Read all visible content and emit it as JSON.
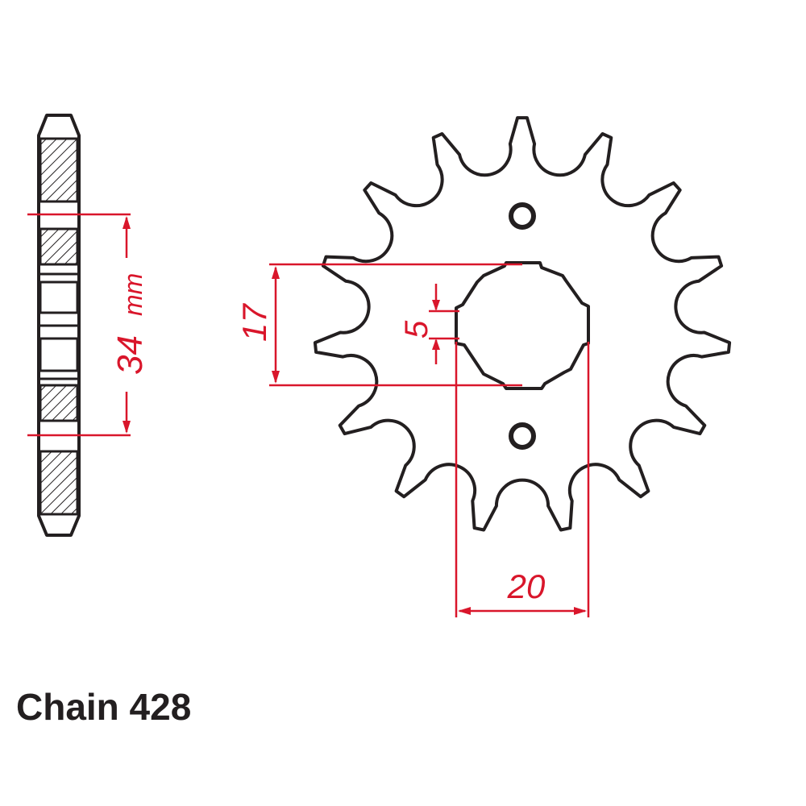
{
  "caption": "Chain 428",
  "dimensions": {
    "bolt_spacing_value": "34",
    "bolt_spacing_unit": "mm",
    "spline_diameter": "17",
    "spline_width": "5",
    "outer_spline_diameter": "20"
  },
  "sprocket": {
    "teeth": 15
  },
  "colors": {
    "outline": "#231f20",
    "dimension": "#d9162b",
    "hatch_fill": "#ffffff"
  }
}
